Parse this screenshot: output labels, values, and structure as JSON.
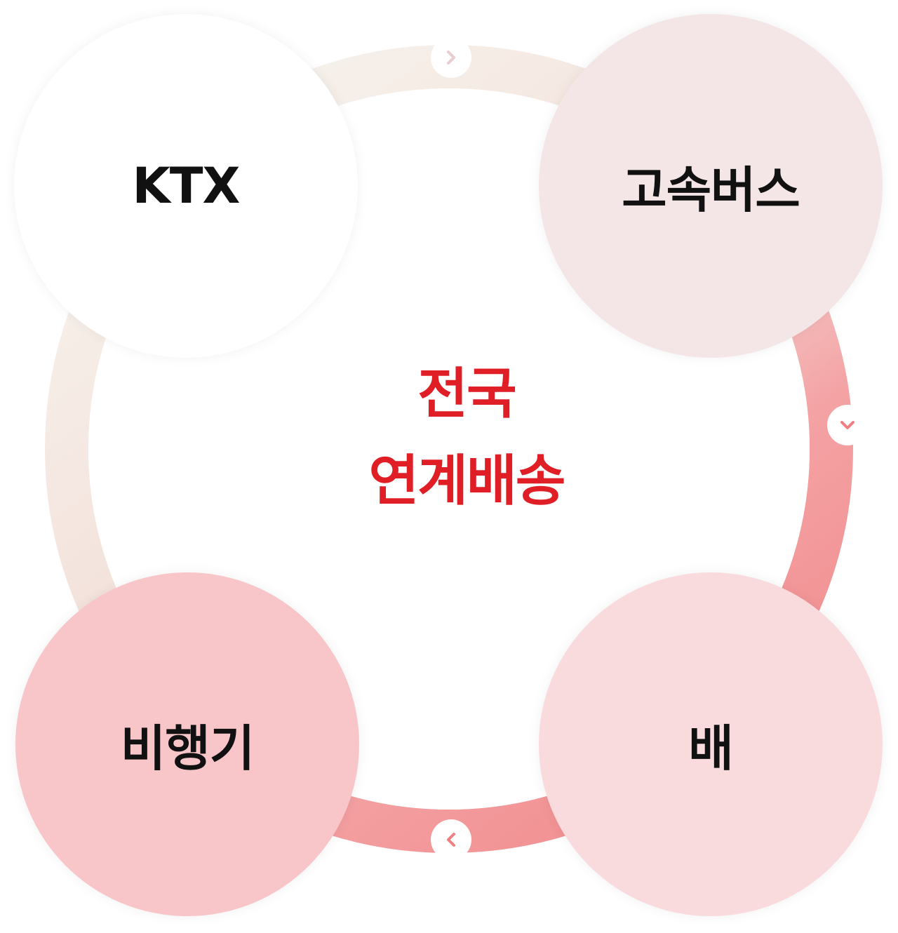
{
  "diagram": {
    "center_title_line1": "전국",
    "center_title_line2": "연계배송",
    "nodes": {
      "ktx": "KTX",
      "bus": "고속버스",
      "ship": "배",
      "plane": "비행기"
    },
    "arrows": {
      "top": "chevron-right-icon",
      "right": "chevron-down-icon",
      "bottom": "chevron-left-icon"
    },
    "colors": {
      "title": "#e01e26",
      "ring_light": "#f4ebe3",
      "ring_dark": "#f29496",
      "node_ktx": "#ffffff",
      "node_bus": "#f4e6e7",
      "node_ship": "#fadbdd",
      "node_plane": "#f8c6c8",
      "chevron_light": "#e8cfcf",
      "chevron_dark": "#ef7f82"
    }
  }
}
